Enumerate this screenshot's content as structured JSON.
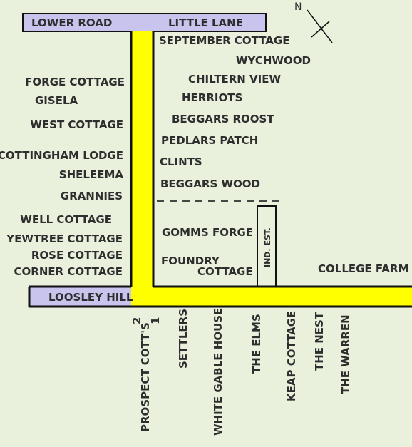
{
  "compass": {
    "label": "N"
  },
  "roads": {
    "lower_road": "LOWER ROAD",
    "little_lane": "LITTLE LANE",
    "loosley_hill": "LOOSLEY HILL"
  },
  "east_side": {
    "september_cottage": "SEPTEMBER COTTAGE",
    "wychwood": "WYCHWOOD",
    "chiltern_view": "CHILTERN VIEW",
    "herriots": "HERRIOTS",
    "beggars_roost": "BEGGARS ROOST",
    "pedlars_patch": "PEDLARS PATCH",
    "clints": "CLINTS",
    "beggars_wood": "BEGGARS WOOD",
    "gomms_forge": "GOMMS FORGE",
    "foundry_line1": "FOUNDRY",
    "foundry_line2": "COTTAGE",
    "ind_est": "IND. EST.",
    "college_farm": "COLLEGE FARM"
  },
  "west_side": {
    "forge_cottage": "FORGE COTTAGE",
    "gisela": "GISELA",
    "west_cottage": "WEST COTTAGE",
    "cottingham_lodge": "COTTINGHAM LODGE",
    "sheleema": "SHELEEMA",
    "grannies": "GRANNIES",
    "well_cottage": "WELL COTTAGE",
    "yewtree_cottage": "YEWTREE COTTAGE",
    "rose_cottage": "ROSE COTTAGE",
    "corner_cottage": "CORNER COTTAGE"
  },
  "south_side": {
    "num_2": "2",
    "num_1": "1",
    "prospect_cotts": "PROSPECT COTT'S",
    "settlers": "SETTLERS",
    "white_gable_house": "WHITE GABLE HOUSE",
    "the_elms": "THE ELMS",
    "keap_cottage": "KEAP COTTAGE",
    "the_nest": "THE NEST",
    "the_warren": "THE WARREN"
  },
  "colors": {
    "background": "#e9f0dc",
    "road_yellow": "#ffff00",
    "road_lilac": "#c9c4ee",
    "outline": "#111111"
  }
}
